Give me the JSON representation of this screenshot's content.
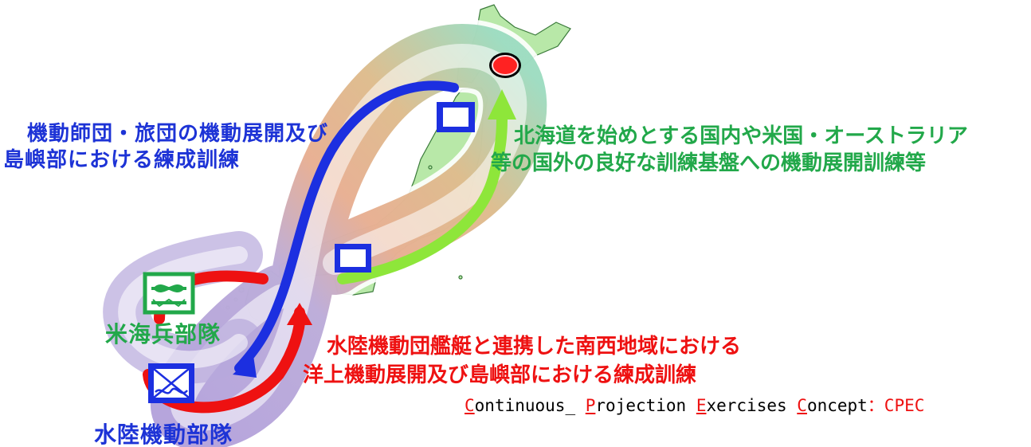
{
  "labels": {
    "left_line1": "機動師団・旅団の機動展開及び",
    "left_line2": "島嶼部における練成訓練",
    "right_line1": "北海道を始めとする国内や米国・オーストラリア",
    "right_line2": "等の国外の良好な訓練基盤への機動展開訓練等",
    "bottom_line1": "水陸機動団艦艇と連携した南西地域における",
    "bottom_line2": "洋上機動展開及び島嶼部における練成訓練",
    "marine_unit": "米海兵部隊",
    "amphibious_unit": "水陸機動部隊"
  },
  "caption": {
    "w1_first": "C",
    "w1_rest": "ontinuous_ ",
    "w2_first": "P",
    "w2_rest": "rojection ",
    "w3_first": "E",
    "w3_rest": "xercises ",
    "w4_first": "C",
    "w4_rest": "oncept",
    "separator": "：",
    "abbr": "CPEC"
  },
  "colors": {
    "blue": "#1d33d6",
    "green": "#22a84a",
    "red": "#ee1111",
    "lime": "#8ee63a",
    "land": "#b8e8a8"
  },
  "icons": [
    "marine-unit-icon",
    "amphibious-unit-icon",
    "hokkaido-location-marker",
    "unit-marker-tohoku",
    "unit-marker-kinki"
  ]
}
